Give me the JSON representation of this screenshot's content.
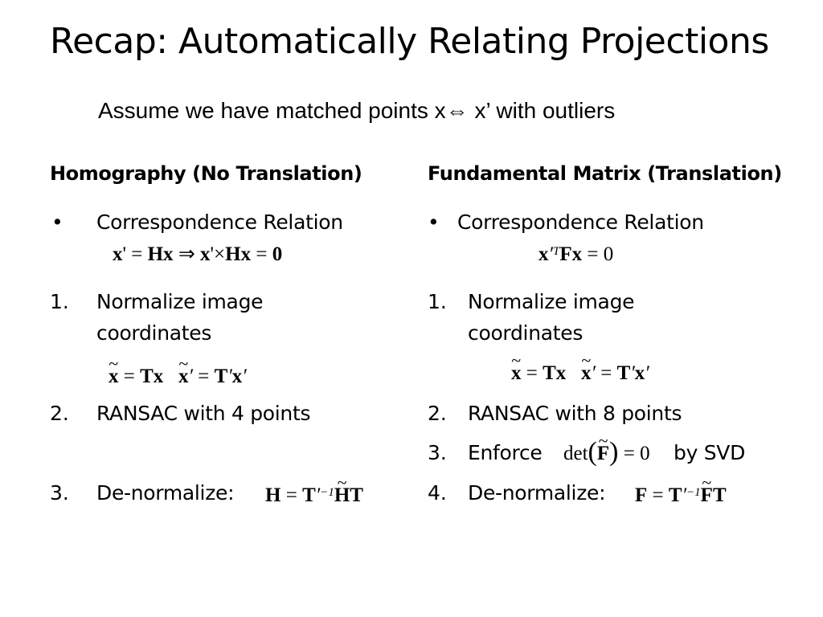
{
  "slide": {
    "title": "Recap: Automatically Relating Projections",
    "subtitle": "Assume we have matched points x⇔ x’ with outliers"
  },
  "left": {
    "heading": "Homography (No Translation)",
    "bullet_marker": "•",
    "bullet": "Correspondence Relation",
    "steps": [
      {
        "num": "1.",
        "line1": "Normalize image",
        "line2": "coordinates"
      },
      {
        "num": "2.",
        "text": "RANSAC with 4 points"
      },
      {
        "num": "3.",
        "text": "De-normalize:"
      }
    ]
  },
  "right": {
    "heading": "Fundamental Matrix (Translation)",
    "bullet_marker": "•",
    "bullet": "Correspondence Relation",
    "steps": [
      {
        "num": "1.",
        "line1": "Normalize image",
        "line2": "coordinates"
      },
      {
        "num": "2.",
        "text": "RANSAC with 8 points"
      },
      {
        "num": "3.",
        "pre": "Enforce",
        "post": "by SVD"
      },
      {
        "num": "4.",
        "text": "De-normalize:"
      }
    ]
  },
  "equations": {
    "det": "det",
    "zero": "0",
    "zero_bold": "0"
  }
}
